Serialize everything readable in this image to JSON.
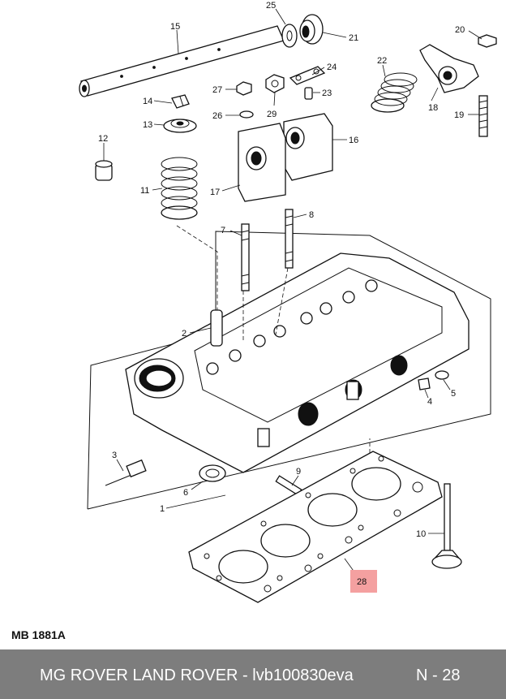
{
  "diagram": {
    "callouts": [
      "25",
      "15",
      "21",
      "20",
      "24",
      "22",
      "27",
      "29",
      "23",
      "14",
      "18",
      "26",
      "19",
      "13",
      "16",
      "12",
      "17",
      "8",
      "11",
      "7",
      "2",
      "4",
      "5",
      "3",
      "9",
      "6",
      "1",
      "10",
      "28"
    ],
    "highlight_callout": "28",
    "highlight_color": "#f4a0a0",
    "reference_code": "MB 1881A"
  },
  "footer": {
    "title": "MG ROVER LAND ROVER - lvb100830eva",
    "page": "N - 28",
    "background": "#7d7d7d"
  }
}
